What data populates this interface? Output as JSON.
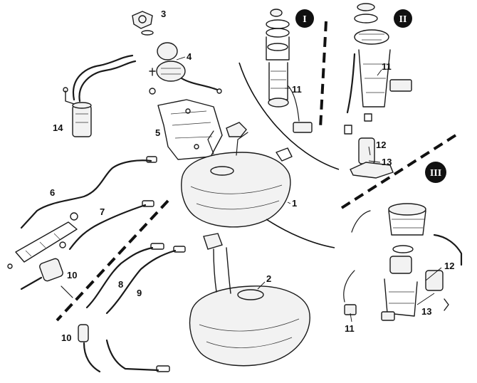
{
  "callouts": {
    "c1": "1",
    "c2": "2",
    "c3": "3",
    "c4": "4",
    "c5": "5",
    "c6": "6",
    "c7": "7",
    "c8": "8",
    "c9": "9",
    "c10a": "10",
    "c10b": "10",
    "c11a": "11",
    "c11b": "11",
    "c11c": "11",
    "c12a": "12",
    "c12b": "12",
    "c13a": "13",
    "c13b": "13",
    "c14": "14"
  },
  "views": {
    "v1": "I",
    "v2": "II",
    "v3": "III"
  }
}
